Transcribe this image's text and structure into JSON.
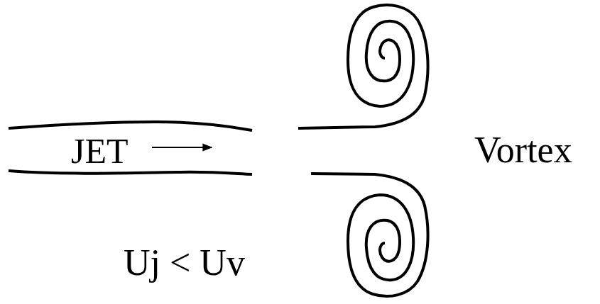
{
  "diagram": {
    "nodes": [
      {
        "text": [
          "JET"
        ]
      }
    ],
    "labels": [
      "Vortex",
      "Uj < Uv"
    ]
  }
}
